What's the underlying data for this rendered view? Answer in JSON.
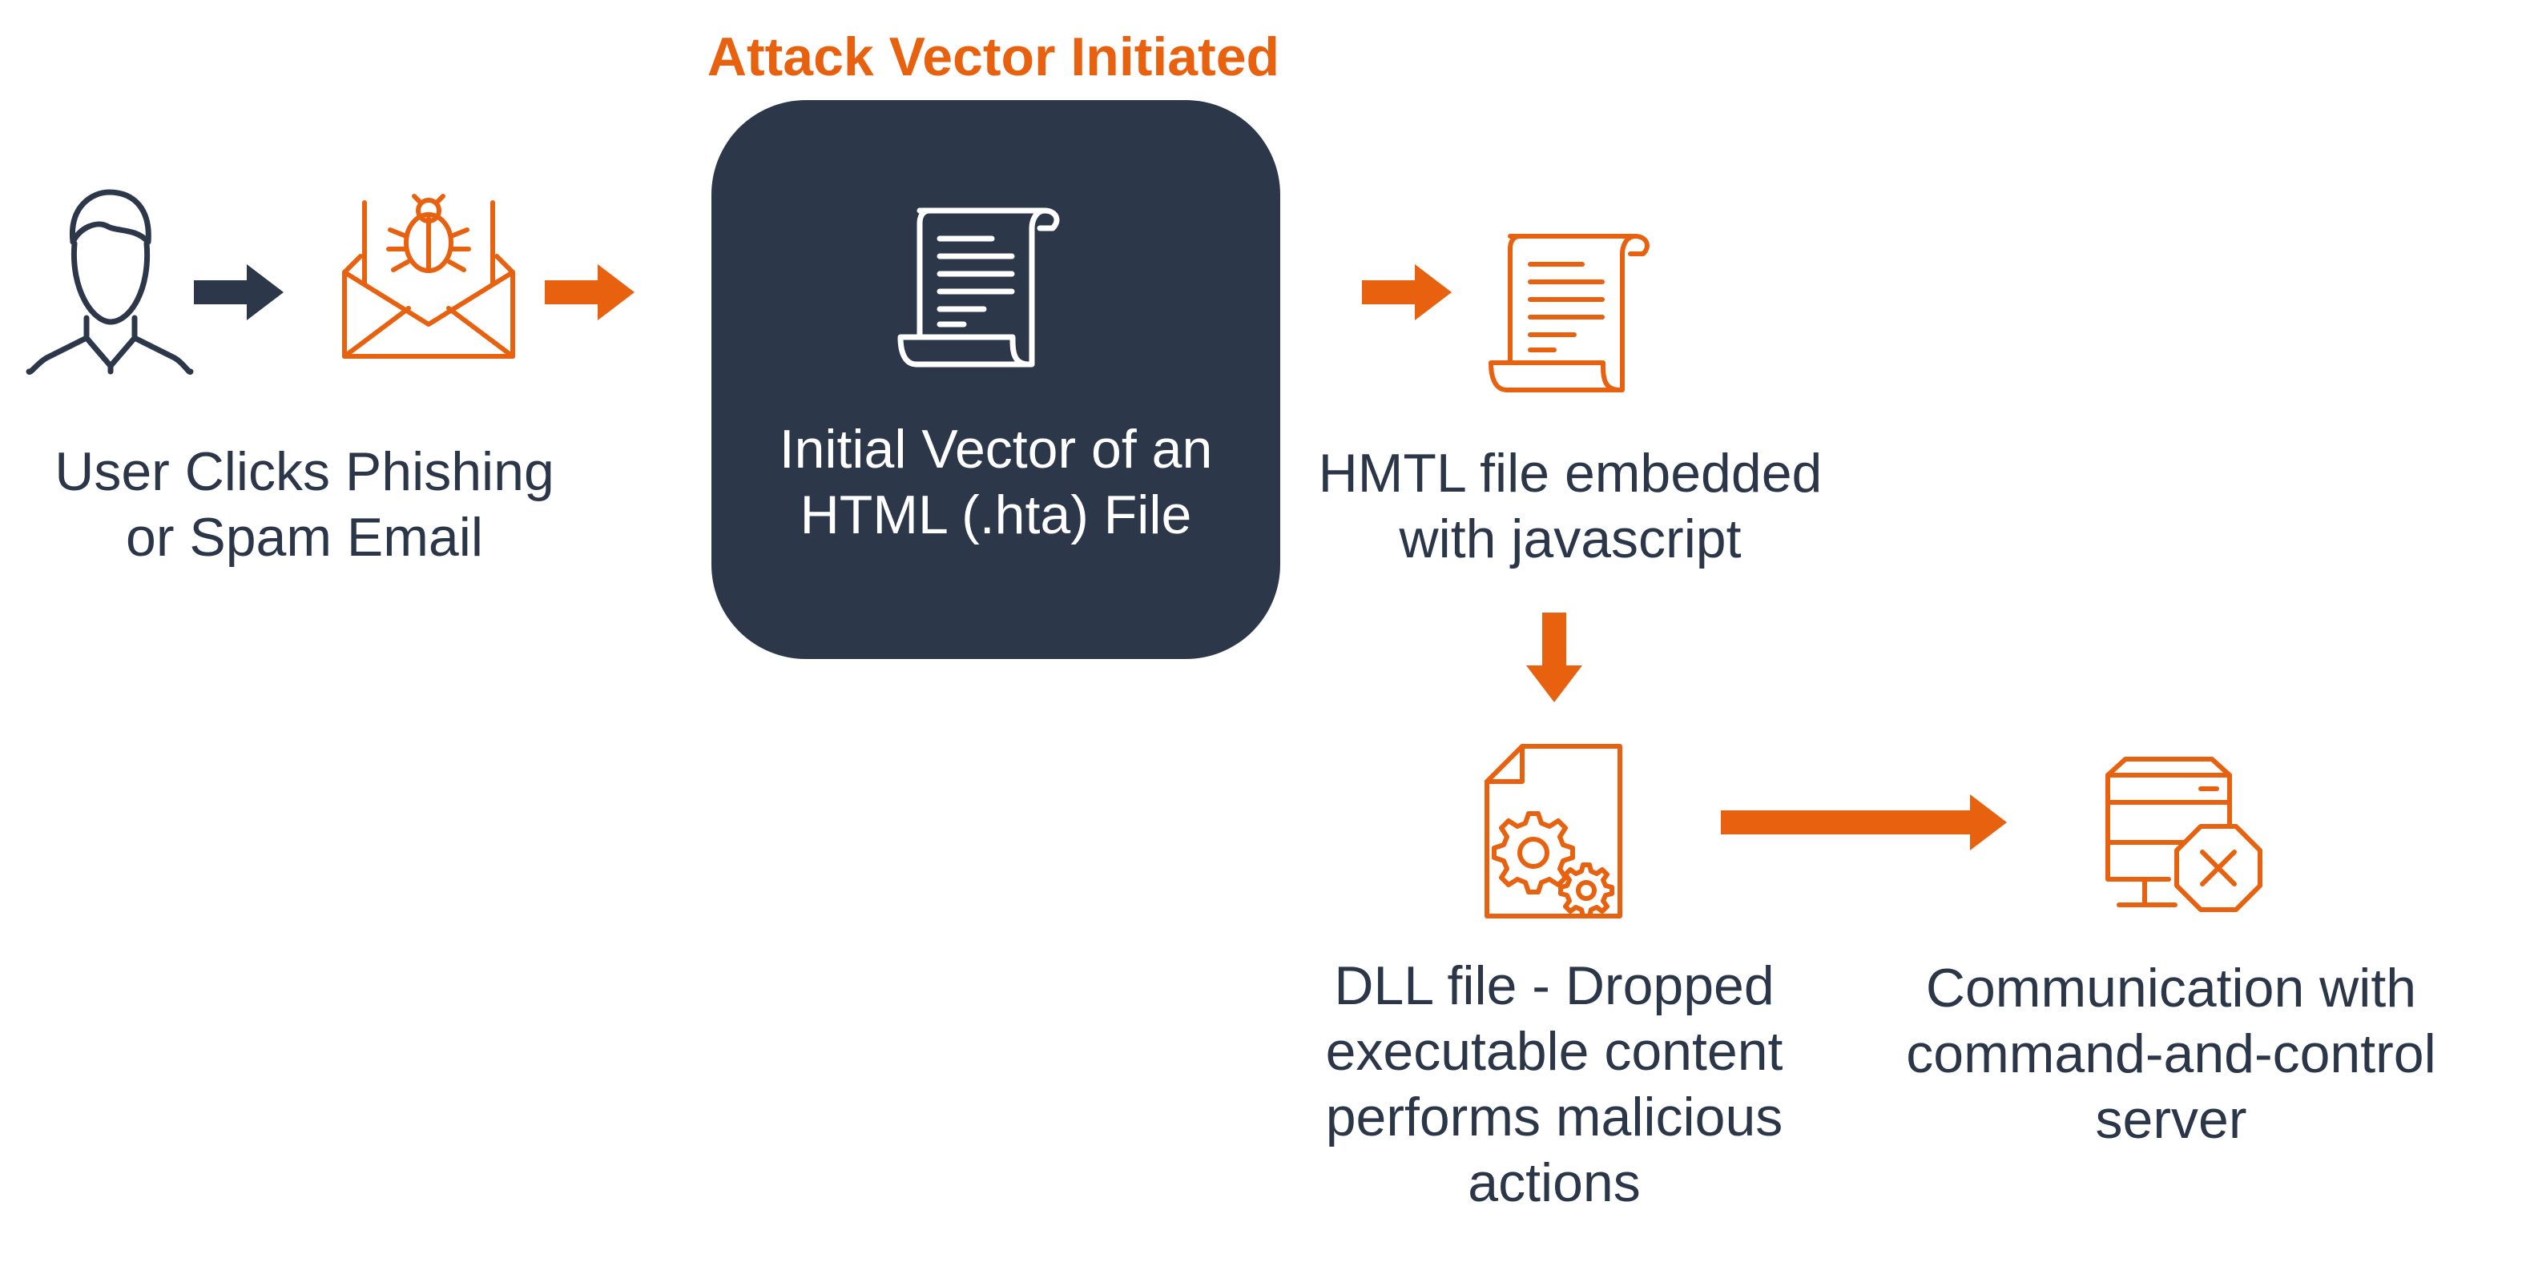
{
  "title": "Attack Vector Initiated",
  "steps": {
    "phishing": {
      "line1": "User Clicks Phishing",
      "line2": "or Spam Email",
      "icons": [
        "user-icon",
        "bug-envelope-icon"
      ]
    },
    "initial_vector": {
      "line1": "Initial Vector of an",
      "line2": "HTML (.hta) File",
      "icon": "scroll-document-icon"
    },
    "html_file": {
      "line1": "HMTL file embedded",
      "line2": "with javascript",
      "icon": "scroll-document-icon"
    },
    "dll_file": {
      "line1": "DLL file - Dropped",
      "line2": "executable content",
      "line3": "performs malicious",
      "line4": "actions",
      "icon": "gear-document-icon"
    },
    "c2": {
      "line1": "Communication with",
      "line2": "command-and-control",
      "line3": "server",
      "icon": "server-blocked-icon"
    }
  },
  "colors": {
    "accent": "#e8610e",
    "navy": "#2c3849",
    "text": "#2b3648",
    "white": "#ffffff"
  }
}
